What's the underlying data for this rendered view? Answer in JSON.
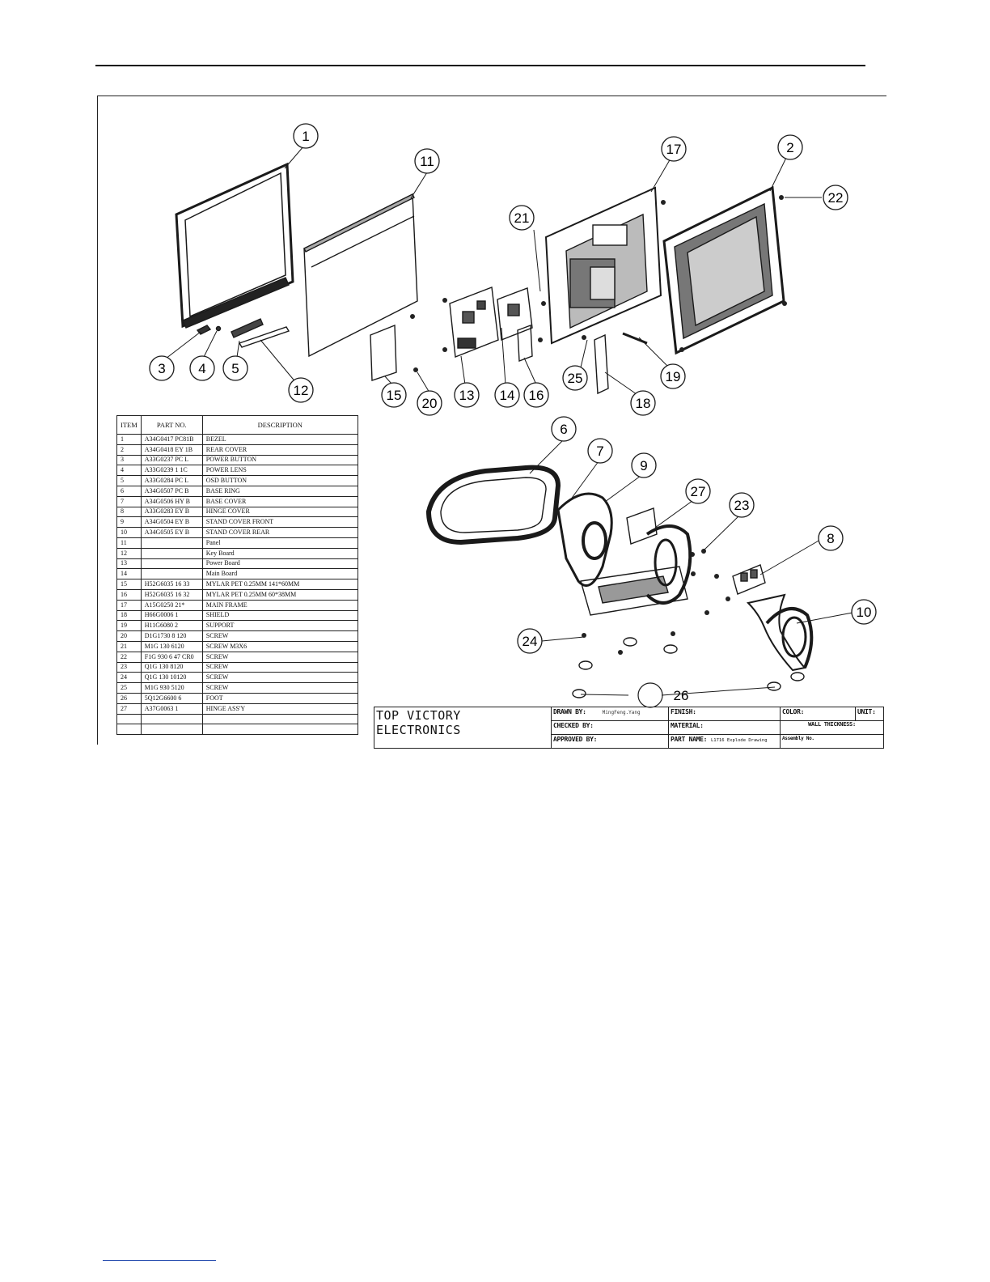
{
  "callouts": [
    "1",
    "2",
    "3",
    "4",
    "5",
    "6",
    "7",
    "8",
    "9",
    "10",
    "11",
    "12",
    "13",
    "14",
    "15",
    "16",
    "17",
    "18",
    "19",
    "20",
    "21",
    "22",
    "23",
    "24",
    "25",
    "26",
    "27"
  ],
  "parts_list": {
    "headers": {
      "item": "ITEM",
      "part_no": "PART NO.",
      "description": "DESCRIPTION"
    },
    "rows": [
      {
        "item": "1",
        "part_no": "A34G0417 PC81B",
        "description": "BEZEL"
      },
      {
        "item": "2",
        "part_no": "A34G0418 EY 1B",
        "description": "REAR COVER"
      },
      {
        "item": "3",
        "part_no": "A33G0237 PC  L",
        "description": "POWER BUTTON"
      },
      {
        "item": "4",
        "part_no": "A33G0239   1 1C",
        "description": "POWER LENS"
      },
      {
        "item": "5",
        "part_no": "A33G0284 PC  L",
        "description": "OSD BUTTON"
      },
      {
        "item": "6",
        "part_no": "A34G0507 PC  B",
        "description": "BASE RING"
      },
      {
        "item": "7",
        "part_no": "A34G0506 HY  B",
        "description": "BASE COVER"
      },
      {
        "item": "8",
        "part_no": "A33G0283 EY  B",
        "description": "HINGE COVER"
      },
      {
        "item": "9",
        "part_no": "A34G0504 EY  B",
        "description": "STAND COVER FRONT"
      },
      {
        "item": "10",
        "part_no": "A34G0505 EY  B",
        "description": "STAND COVER REAR"
      },
      {
        "item": "11",
        "part_no": "",
        "description": "Panel"
      },
      {
        "item": "12",
        "part_no": "",
        "description": "Key Board"
      },
      {
        "item": "13",
        "part_no": "",
        "description": "Power Board"
      },
      {
        "item": "14",
        "part_no": "",
        "description": "Main Board"
      },
      {
        "item": "15",
        "part_no": "H52G6035 16 33",
        "description": "MYLAR PET 0.25MM 141*60MM"
      },
      {
        "item": "16",
        "part_no": "H52G6035 16 32",
        "description": "MYLAR PET 0.25MM 60*38MM"
      },
      {
        "item": "17",
        "part_no": "A15G0250 21*",
        "description": "MAIN FRAME"
      },
      {
        "item": "18",
        "part_no": "H66G0006   1",
        "description": "SHIELD"
      },
      {
        "item": "19",
        "part_no": "H11G6080   2",
        "description": "SUPPORT"
      },
      {
        "item": "20",
        "part_no": "D1G1730 8 120",
        "description": "SCREW"
      },
      {
        "item": "21",
        "part_no": "M1G 130   6120",
        "description": "SCREW M3X6"
      },
      {
        "item": "22",
        "part_no": "F1G 930   6 47 CR0",
        "description": "SCREW"
      },
      {
        "item": "23",
        "part_no": "Q1G 130   8120",
        "description": "SCREW"
      },
      {
        "item": "24",
        "part_no": "Q1G 130 10120",
        "description": "SCREW"
      },
      {
        "item": "25",
        "part_no": "M1G 930   5120",
        "description": "SCREW"
      },
      {
        "item": "26",
        "part_no": "5Q12G6600   6",
        "description": "FOOT"
      },
      {
        "item": "27",
        "part_no": "A37G0063   1",
        "description": "HINGE ASS'Y"
      },
      {
        "item": "",
        "part_no": "",
        "description": ""
      },
      {
        "item": "",
        "part_no": "",
        "description": ""
      }
    ]
  },
  "title_block": {
    "company": "TOP VICTORY ELECTRONICS",
    "drawn_by_label": "DRAWN BY:",
    "drawn_by_value": "MingFeng.Yang",
    "checked_by_label": "CHECKED BY:",
    "approved_by_label": "APPROVED BY:",
    "finish_label": "FINISH:",
    "material_label": "MATERIAL:",
    "part_name_label": "PART NAME:",
    "part_name_value": "L1716 Explode Drawing",
    "color_label": "COLOR:",
    "wall_thickness_label": "WALL THICKNESS:",
    "assembly_label": "Assembly No.",
    "unit_label": "UNIT:"
  }
}
